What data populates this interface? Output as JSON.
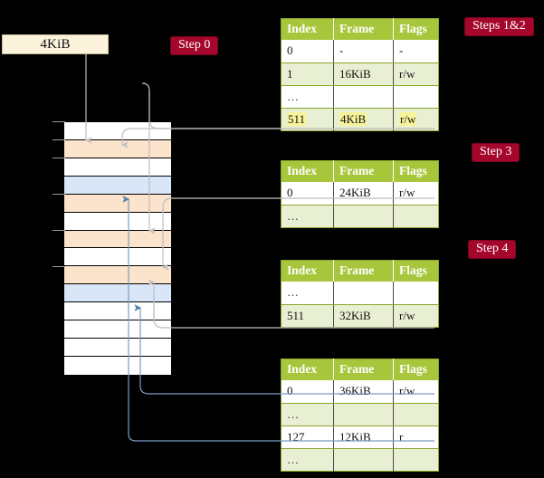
{
  "diagram": {
    "title": "multi-level-page-table-walk",
    "background": "#000000",
    "accent_badge": "#A4062C",
    "table_header": "#A8C63C",
    "table_alt_row": "#E9EFD2",
    "highlight": "#F7F39A",
    "peach_row": "#FCE3CC",
    "blue_row": "#D8E6F8",
    "wire_gray": "#B9B9B9",
    "wire_blue": "#7A9CC6"
  },
  "source_box": {
    "label": "4KiB"
  },
  "badges": [
    {
      "name": "step-0",
      "label": "Step 0"
    },
    {
      "name": "steps-1-and-2",
      "label": "Steps 1&2"
    },
    {
      "name": "step-3",
      "label": "Step 3"
    },
    {
      "name": "step-4",
      "label": "Step 4"
    }
  ],
  "columns": [
    "Index",
    "Frame",
    "Flags"
  ],
  "tables": [
    {
      "name": "page-table-level-0",
      "rows": [
        {
          "index": "0",
          "frame": "-",
          "flags": "-",
          "style": "plain",
          "highlight": false
        },
        {
          "index": "1",
          "frame": "16KiB",
          "flags": "r/w",
          "style": "alt",
          "highlight": false
        },
        {
          "index": "…",
          "frame": "",
          "flags": "",
          "style": "plain",
          "highlight": false
        },
        {
          "index": "511",
          "frame": "4KiB",
          "flags": "r/w",
          "style": "alt",
          "highlight": true
        }
      ]
    },
    {
      "name": "page-table-level-1",
      "rows": [
        {
          "index": "0",
          "frame": "24KiB",
          "flags": "r/w",
          "style": "plain",
          "highlight": false
        },
        {
          "index": "…",
          "frame": "",
          "flags": "",
          "style": "alt",
          "highlight": false
        }
      ]
    },
    {
      "name": "page-table-level-2",
      "rows": [
        {
          "index": "…",
          "frame": "",
          "flags": "",
          "style": "plain",
          "highlight": false
        },
        {
          "index": "511",
          "frame": "32KiB",
          "flags": "r/w",
          "style": "alt",
          "highlight": false
        }
      ]
    },
    {
      "name": "page-table-level-3",
      "rows": [
        {
          "index": "0",
          "frame": "36KiB",
          "flags": "r/w",
          "style": "plain",
          "highlight": false
        },
        {
          "index": "…",
          "frame": "",
          "flags": "",
          "style": "alt",
          "highlight": false
        },
        {
          "index": "127",
          "frame": "12KiB",
          "flags": "r",
          "style": "plain",
          "highlight": false
        },
        {
          "index": "…",
          "frame": "",
          "flags": "",
          "style": "alt",
          "highlight": false
        }
      ]
    }
  ],
  "memory_column": {
    "name": "physical-memory-frames",
    "frames": [
      {
        "fill": "white"
      },
      {
        "fill": "peach"
      },
      {
        "fill": "white"
      },
      {
        "fill": "blue"
      },
      {
        "fill": "peach"
      },
      {
        "fill": "white"
      },
      {
        "fill": "peach"
      },
      {
        "fill": "white"
      },
      {
        "fill": "peach"
      },
      {
        "fill": "blue"
      },
      {
        "fill": "white"
      },
      {
        "fill": "white"
      },
      {
        "fill": "white"
      },
      {
        "fill": "white"
      }
    ]
  }
}
